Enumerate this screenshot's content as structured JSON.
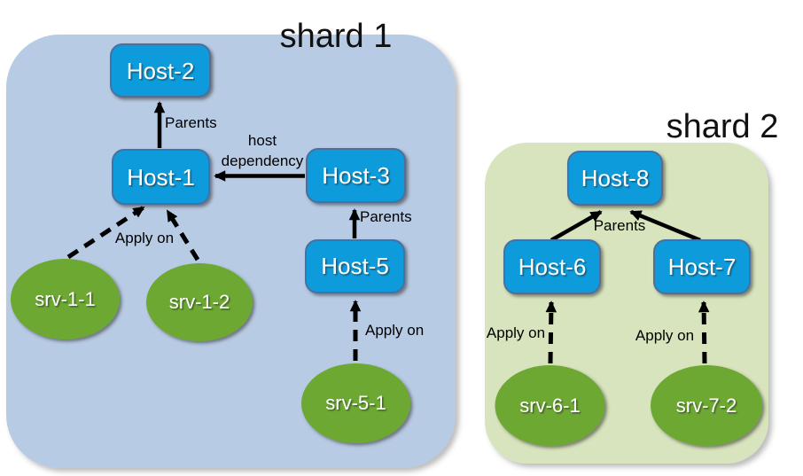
{
  "diagram": {
    "shard1": {
      "title": "shard 1",
      "nodes": {
        "host2": {
          "label": "Host-2"
        },
        "host1": {
          "label": "Host-1"
        },
        "host3": {
          "label": "Host-3"
        },
        "host5": {
          "label": "Host-5"
        }
      },
      "services": {
        "srv_1_1": {
          "label": "srv-1-1"
        },
        "srv_1_2": {
          "label": "srv-1-2"
        },
        "srv_5_1": {
          "label": "srv-5-1"
        }
      }
    },
    "shard2": {
      "title": "shard 2",
      "nodes": {
        "host8": {
          "label": "Host-8"
        },
        "host6": {
          "label": "Host-6"
        },
        "host7": {
          "label": "Host-7"
        }
      },
      "services": {
        "srv_6_1": {
          "label": "srv-6-1"
        },
        "srv_7_2": {
          "label": "srv-7-2"
        }
      }
    },
    "edges": [
      {
        "from": "Host-1",
        "to": "Host-2",
        "style": "solid",
        "label": "Parents"
      },
      {
        "from": "Host-3",
        "to": "Host-1",
        "style": "solid",
        "label": "host dependency",
        "label_lines": [
          "host",
          "dependency"
        ]
      },
      {
        "from": "Host-5",
        "to": "Host-3",
        "style": "solid",
        "label": "Parents"
      },
      {
        "from": "srv-1-1",
        "to": "Host-1",
        "style": "dashed",
        "label": "Apply on"
      },
      {
        "from": "srv-1-2",
        "to": "Host-1",
        "style": "dashed",
        "label": ""
      },
      {
        "from": "srv-5-1",
        "to": "Host-5",
        "style": "dashed",
        "label": "Apply on"
      },
      {
        "from": "Host-6",
        "to": "Host-8",
        "style": "solid",
        "label": "Parents"
      },
      {
        "from": "Host-7",
        "to": "Host-8",
        "style": "solid",
        "label": ""
      },
      {
        "from": "srv-6-1",
        "to": "Host-6",
        "style": "dashed",
        "label": "Apply on"
      },
      {
        "from": "srv-7-2",
        "to": "Host-7",
        "style": "dashed",
        "label": "Apply on"
      }
    ],
    "colors": {
      "shard1_bg": "#b8cbe4",
      "shard2_bg": "#d8e4bd",
      "host_fill": "#0c9bdb",
      "host_border": "#4a6f9e",
      "service_fill": "#6ca832",
      "arrow": "#000000",
      "node_text": "#ffffff",
      "label_text": "#000000",
      "title_text": "#111111"
    }
  }
}
